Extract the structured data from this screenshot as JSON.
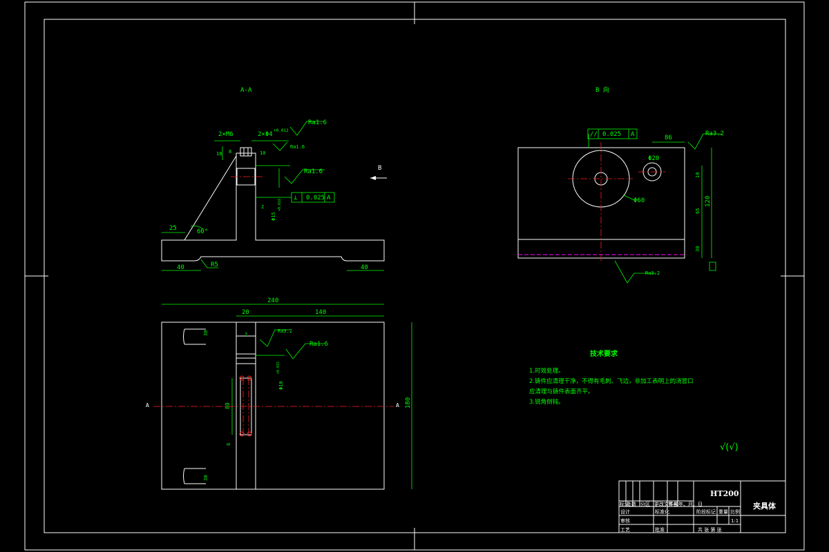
{
  "colors": {
    "background": "#000000",
    "outline": "#ffffff",
    "dimension": "#00ff00",
    "centerline": "#ff2020",
    "hidden": "#ff00ff"
  },
  "views": {
    "section_title": "A-A",
    "view_b_title": "B 向",
    "b_arrow_label": "B",
    "a_mark": "A"
  },
  "section": {
    "slot": "2×M6",
    "holes": "2×Φ4",
    "holes_tol": "+0.012",
    "r_top": "Ra1.6",
    "r_slot": "Ra1.6",
    "r_bore": "Ra1.6",
    "perp_sym": "⊥",
    "perp_tol": "0.025",
    "datum": "A",
    "d18": "18",
    "d8": "8",
    "d10": "10",
    "d2": "2",
    "bore": "Φ15",
    "bore_tol": "+0.018",
    "d25": "25",
    "angle": "60°",
    "r5": "R5",
    "d40l": "40",
    "d40r": "40"
  },
  "plan": {
    "overall": "240",
    "d20": "20",
    "d140": "140",
    "d2": "2",
    "r1": "Ra3.2",
    "r2": "Ra1.6",
    "d80": "80",
    "d6": "6",
    "bore": "Φ10",
    "bore_tol": "+0.015",
    "d30t": "30",
    "d30b": "30",
    "height": "180"
  },
  "view_b": {
    "par_sym": "//",
    "par_tol": "0.025",
    "datum": "A",
    "d86": "86",
    "r_top": "Ra3.2",
    "big": "Φ60",
    "small": "Φ20",
    "d10": "10",
    "d65": "65",
    "d120": "120",
    "d30": "30",
    "r_bot": "Ra3.2"
  },
  "notes": {
    "title": "技术要求",
    "items": [
      "1.时效处理。",
      "2.铸件应清理干净，不得有毛刺、飞边，非加工表明上的浇冒口",
      "应清理与铸件表面齐平。",
      "3.锐角倒钝。"
    ],
    "roughness_other": "√(√)"
  },
  "title_block": {
    "material": "HT200",
    "part_name": "夹具体",
    "mark1": "标记",
    "mark2": "处数",
    "mark3": "分区",
    "mark4": "更改文件号",
    "mark5": "签名",
    "mark6": "年、月、日",
    "design": "设计",
    "standard": "标准化",
    "review": "审核",
    "craft": "工艺",
    "approve": "批准",
    "stage": "阶段标记",
    "weight": "重量",
    "scale": "比例",
    "scale_val": "1:1",
    "sheets": "共 张 第 张"
  }
}
